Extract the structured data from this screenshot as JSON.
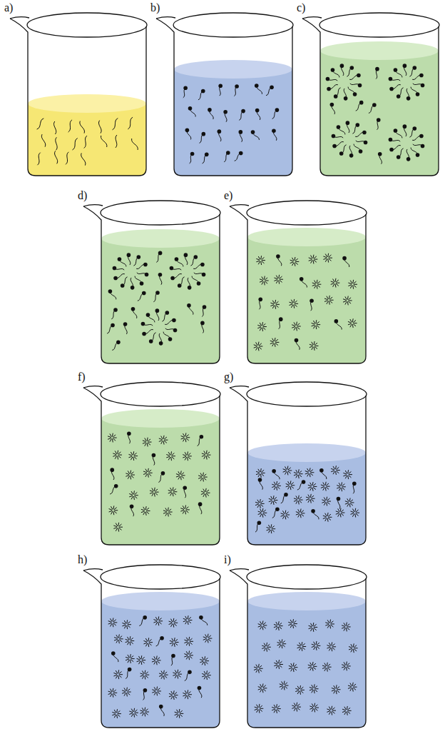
{
  "diagram": {
    "labels": [
      "a)",
      "b)",
      "c)",
      "d)",
      "e)",
      "f)",
      "g)",
      "h)",
      "i)"
    ]
  }
}
